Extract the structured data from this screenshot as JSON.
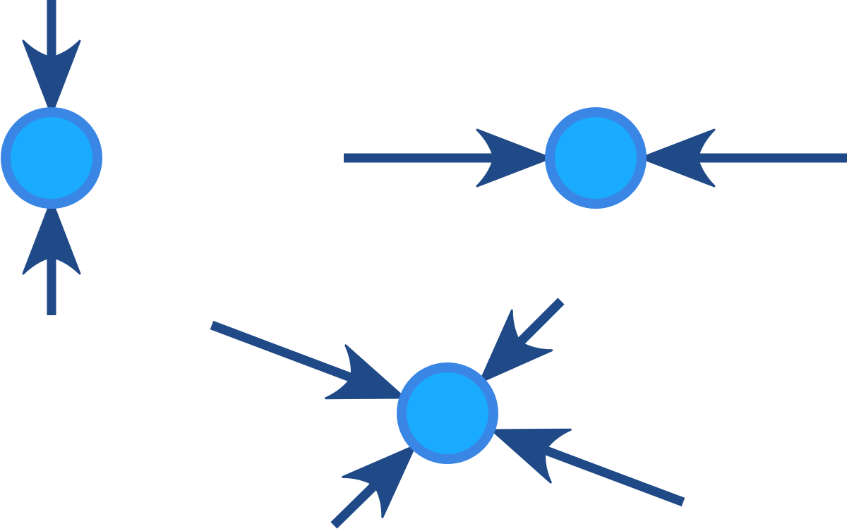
{
  "colors": {
    "node_fill": "#1AABFF",
    "node_stroke": "#3A86E5",
    "arrow": "#204A87",
    "background": "#FFFFFF"
  },
  "groups": [
    {
      "name": "vertical-pair",
      "arrow_count": 2
    },
    {
      "name": "horizontal-pair",
      "arrow_count": 2
    },
    {
      "name": "four-way",
      "arrow_count": 4
    }
  ]
}
